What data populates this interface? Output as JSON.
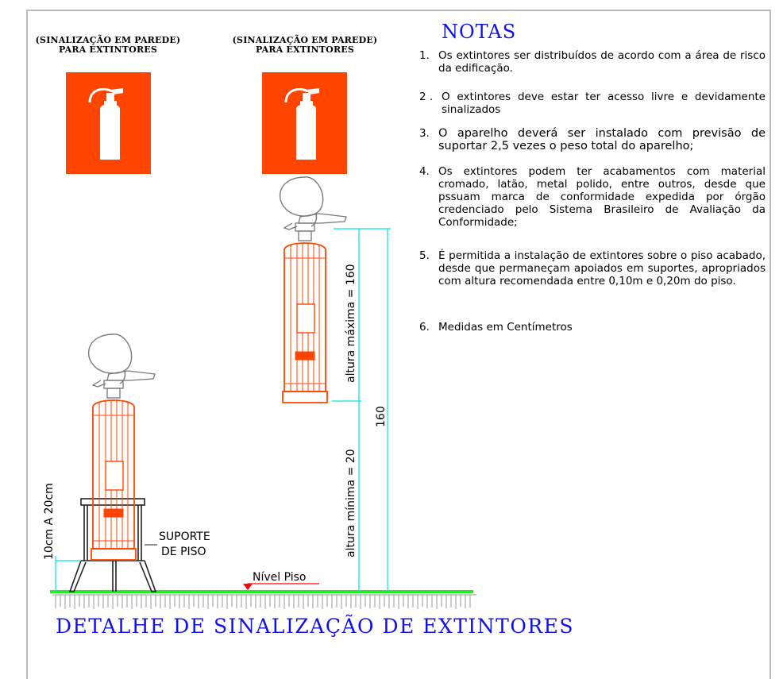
{
  "signs": [
    {
      "caption_line1": "(SINALIZAÇÃO EM PAREDE)",
      "caption_line2": "PARA EXTINTORES"
    },
    {
      "caption_line1": "(SINALIZAÇÃO EM PAREDE)",
      "caption_line2": "PARA EXTINTORES"
    }
  ],
  "notes": {
    "title": "NOTAS",
    "items": [
      {
        "num": "1.",
        "text": "Os extintores ser distribuídos de acordo com a área de risco da edificação."
      },
      {
        "num": "2 .",
        "text": "O extintores deve estar ter acesso livre e devidamente sinalizados"
      },
      {
        "num": "3.",
        "text": "O aparelho deverá ser instalado com previsão de suportar 2,5 vezes o peso total do aparelho;"
      },
      {
        "num": "4.",
        "text": "Os extintores podem ter acabamentos com material cromado, latão, metal polido, entre outros, desde que pssuam marca de conformidade expedida por órgão credenciado pelo Sistema Brasileiro de Avaliação da Conformidade;"
      },
      {
        "num": "5.",
        "text": "É permitida a instalação de extintores sobre o piso acabado, desde que permaneçam apoiados em suportes, apropriados com altura recomendada entre 0,10m e 0,20m do piso."
      },
      {
        "num": "6.",
        "text": "Medidas em Centímetros"
      }
    ]
  },
  "drawing": {
    "support_height_label": "10cm A 20cm",
    "support_label_line1": "SUPORTE",
    "support_label_line2": "DE PISO",
    "floor_level_label": "Nível Piso",
    "max_height_label": "altura máxima = 160",
    "min_height_label": "altura mínima = 20",
    "total_dimension_label": "160"
  },
  "detail_title": "DETALHE DE SINALIZAÇÃO DE EXTINTORES",
  "colors": {
    "sign_background": "#ff4500",
    "extinguisher": "#ff4500",
    "title_blue": "#1010ee",
    "dimension_cyan": "#00e5e5",
    "floor_green": "#22ee22",
    "floor_marker_red": "#ff0000",
    "frame_gray": "#bcbcbc"
  },
  "icons": [
    "fire-extinguisher-sign-icon",
    "fire-extinguisher-drawing",
    "floor-level-marker-icon"
  ]
}
